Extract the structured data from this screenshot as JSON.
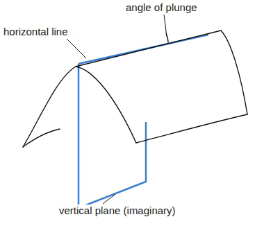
{
  "diagram": {
    "labels": [
      "angle of plunge",
      "horizontal line",
      "vertical plane (imaginary)"
    ]
  }
}
